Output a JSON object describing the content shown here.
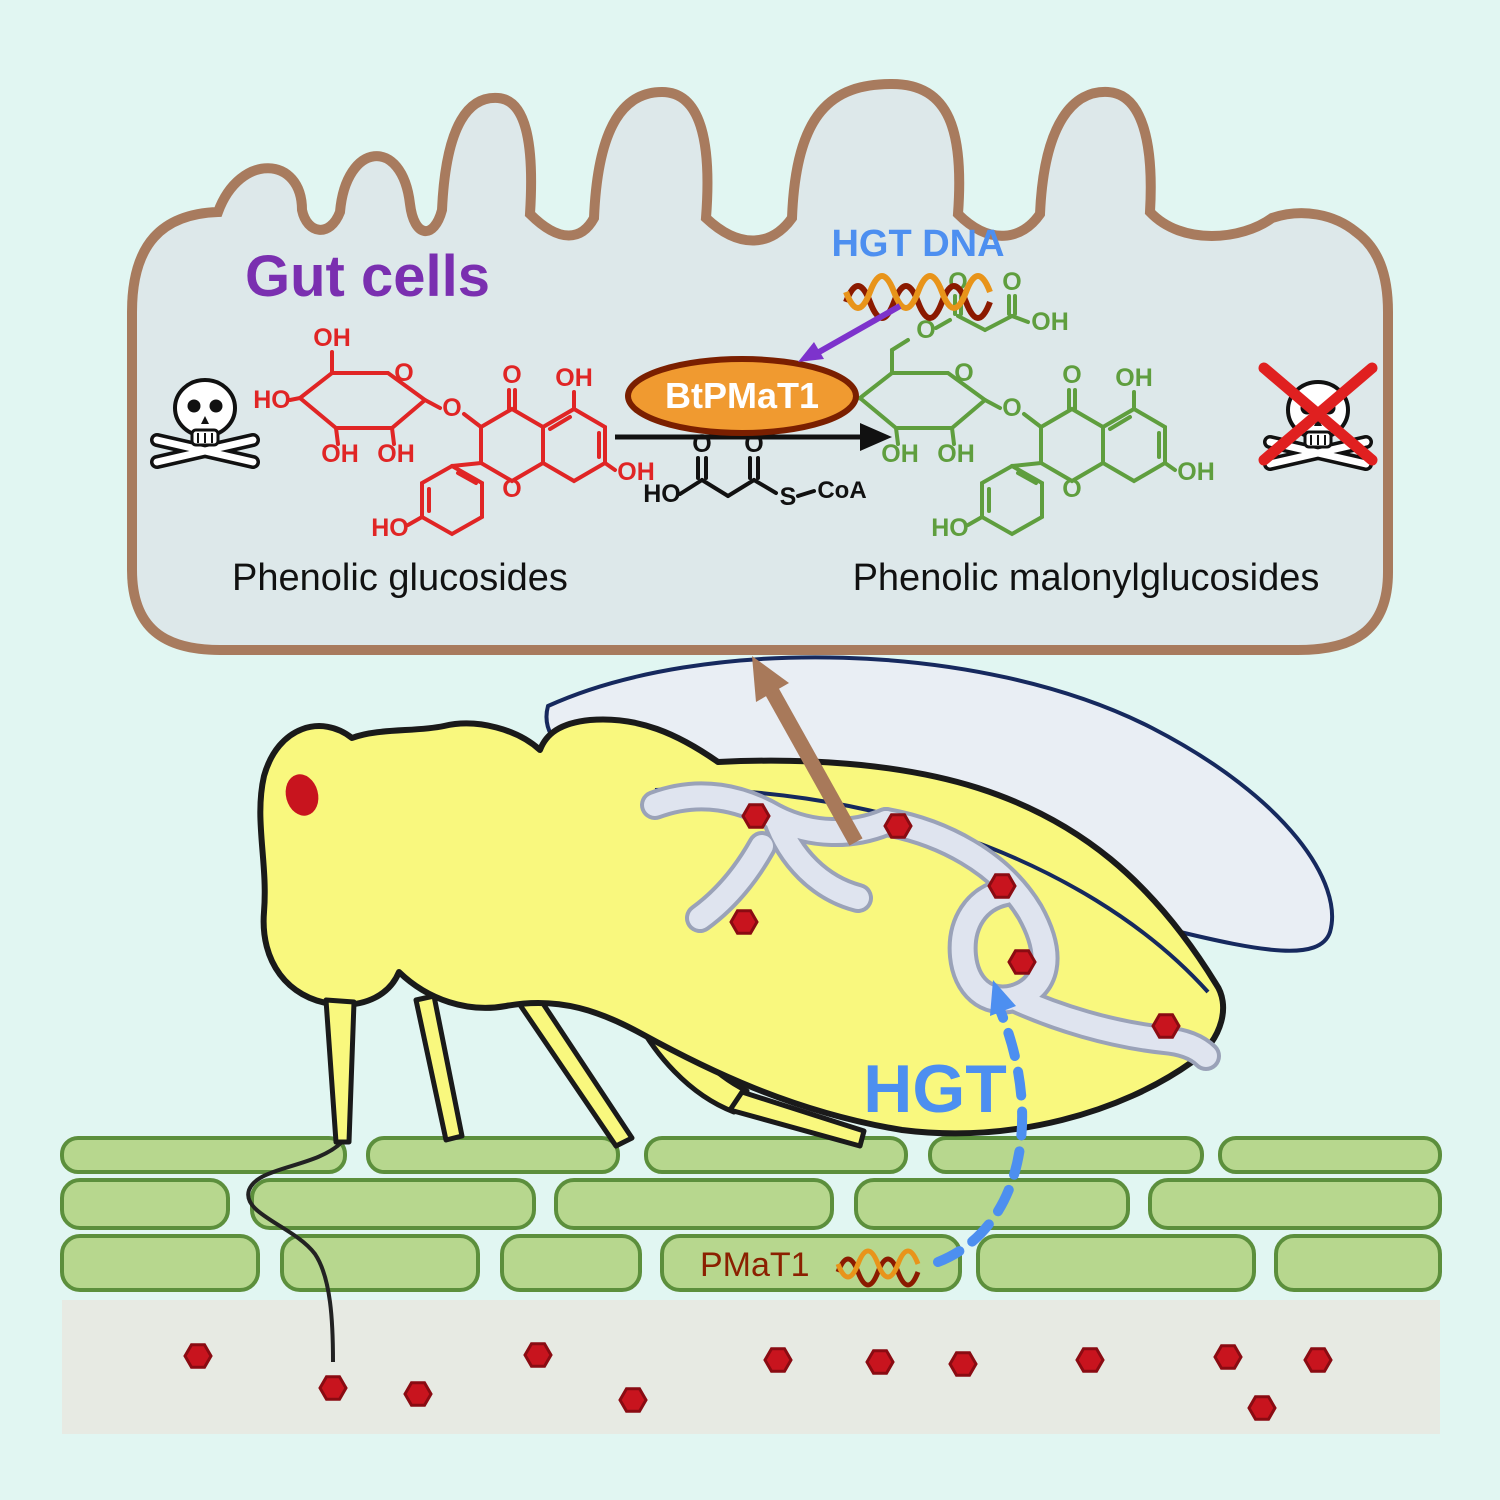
{
  "diagram": {
    "title": "Gut cells",
    "labels": {
      "hgt_dna": "HGT DNA",
      "enzyme": "BtPMaT1",
      "left_product": "Phenolic glucosides",
      "right_product": "Phenolic malonylglucosides",
      "hgt": "HGT",
      "pmat1": "PMaT1"
    },
    "atoms": {
      "oh": "OH",
      "ho": "HO",
      "o": "O",
      "s": "S",
      "coa": "CoA"
    },
    "icons": {
      "toxin": "skull-crossbones-icon",
      "detoxified": "skull-crossbones-crossed-icon",
      "dna": "dna-helix-icon",
      "toxin_molecule": "red-hexagon-icon"
    },
    "colors": {
      "background": "#e1f6f2",
      "bubble_fill": "#dde8ea",
      "bubble_border": "#a87b5e",
      "title_purple": "#7a2fb0",
      "hgt_blue": "#4d8ff0",
      "enzyme_fill": "#f09a30",
      "enzyme_border": "#7a1f00",
      "molecule_red": "#e02525",
      "molecule_green": "#5f9e3e",
      "insect_yellow": "#f9f87e",
      "plant_green": "#b7d78e",
      "plant_border": "#5c8f3c",
      "toxin_red": "#c8141e",
      "dna_dark": "#8b1a00",
      "dna_orange": "#e8941a",
      "soil_grey": "#e7eae3",
      "wing_outline": "#16295e",
      "arrow_purple": "#7d33cc"
    }
  }
}
